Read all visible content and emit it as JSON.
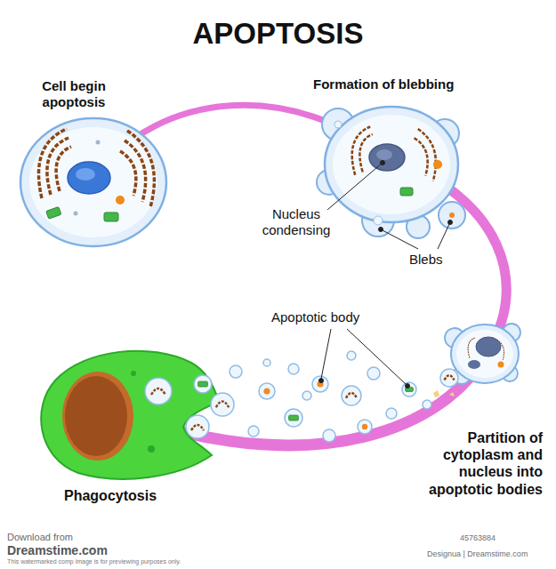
{
  "diagram": {
    "title": "APOPTOSIS",
    "labels": [
      "Cell begin apoptosis",
      "Formation of blebbing",
      "Nucleus condensing",
      "Blebs",
      "Apoptotic body",
      "Partition of cytoplasm and nucleus into apoptotic bodies",
      "Phagocytosis",
      "Download from",
      "Dreamstime.com",
      "This watermarked comp image is for previewing purposes only.",
      "45763884",
      "Designua | Dreamstime.com"
    ]
  }
}
